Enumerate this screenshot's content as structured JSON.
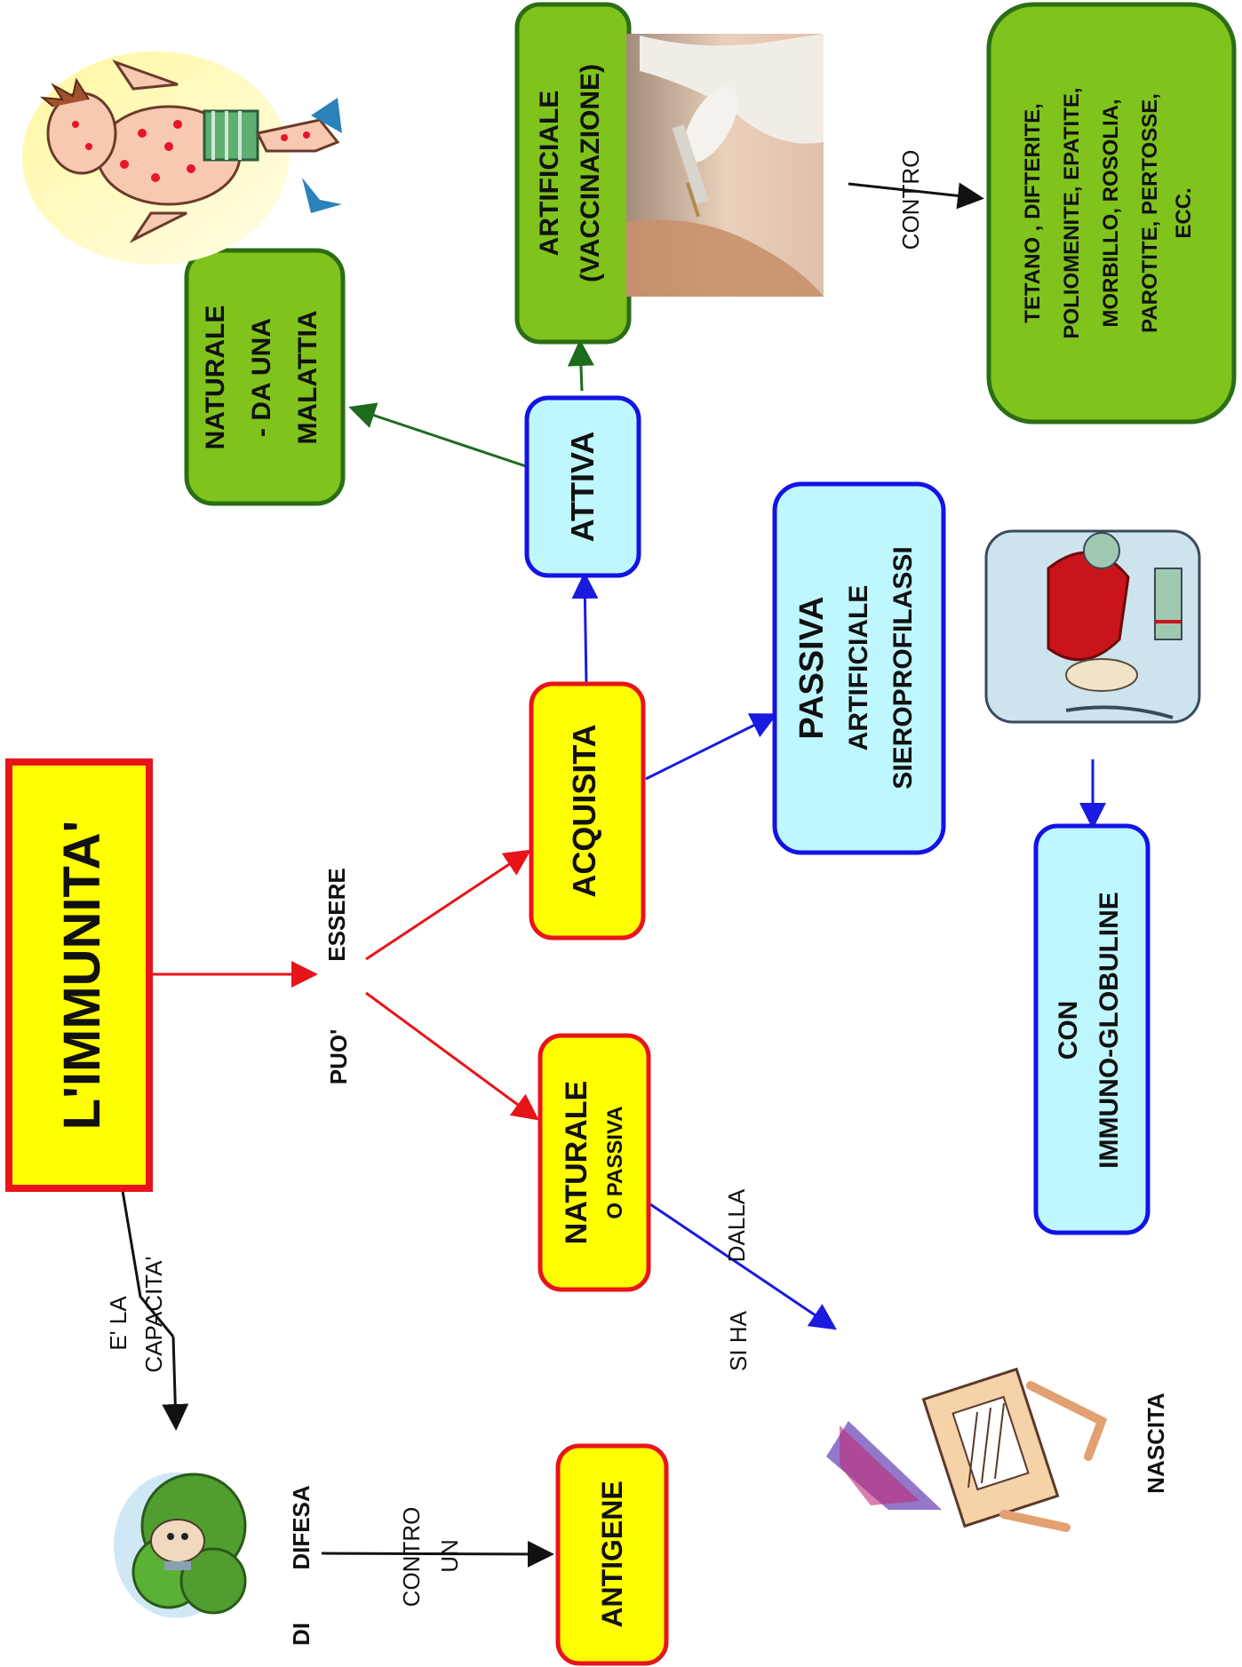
{
  "title": "L'IMMUNITA'",
  "labels": {
    "e_la": "E'  LA",
    "capacita": "CAPACITA'",
    "puo": "PUO'",
    "essere": "ESSERE",
    "si_ha": "SI   HA",
    "dalla": "DALLA",
    "contro_top": "CONTRO",
    "contro_bottom": "CONTRO",
    "un": "UN",
    "nascita": "NASCITA",
    "di": "DI",
    "difesa": "DIFESA"
  },
  "nodes": {
    "naturale_passiva": {
      "line1": "NATURALE",
      "line2": "O    PASSIVA"
    },
    "acquisita": {
      "line1": "ACQUISITA"
    },
    "attiva": {
      "line1": "ATTIVA"
    },
    "passiva_art": {
      "line1": "PASSIVA",
      "line2": "ARTIFICIALE",
      "line3": "SIEROPROFILASSI"
    },
    "naturale_malattia": {
      "line1": "NATURALE",
      "line2": "- DA   UNA",
      "line3": "MALATTIA"
    },
    "artificiale": {
      "line1": "ARTIFICIALE",
      "line2": "(VACCINAZIONE)"
    },
    "diseases": {
      "line1": "TETANO     ,    DIFTERITE,",
      "line2": "POLIOMENITE,       EPATITE,",
      "line3": "MORBILLO,       ROSOLIA,",
      "line4": "PAROTITE,       PERTOSSE,",
      "line5": "ECC."
    },
    "immunoglobuline": {
      "line1": "CON",
      "line2": "IMMUNO-GLOBULINE"
    },
    "antigene": {
      "line1": "ANTIGENE"
    }
  },
  "colors": {
    "red": "#e8141a",
    "yellow": "#ffff00",
    "green_fill": "#7fc31c",
    "green_border": "#2b6e14",
    "blue_border": "#1313e6",
    "cyan_fill": "#bff7ff",
    "arrow_green": "#1d6b1d",
    "arrow_blue": "#1a1ae0"
  },
  "icons": [
    "sick-person-icon",
    "vaccine-photo-icon",
    "transfusion-icon",
    "cradle-icon",
    "hiding-person-icon"
  ]
}
